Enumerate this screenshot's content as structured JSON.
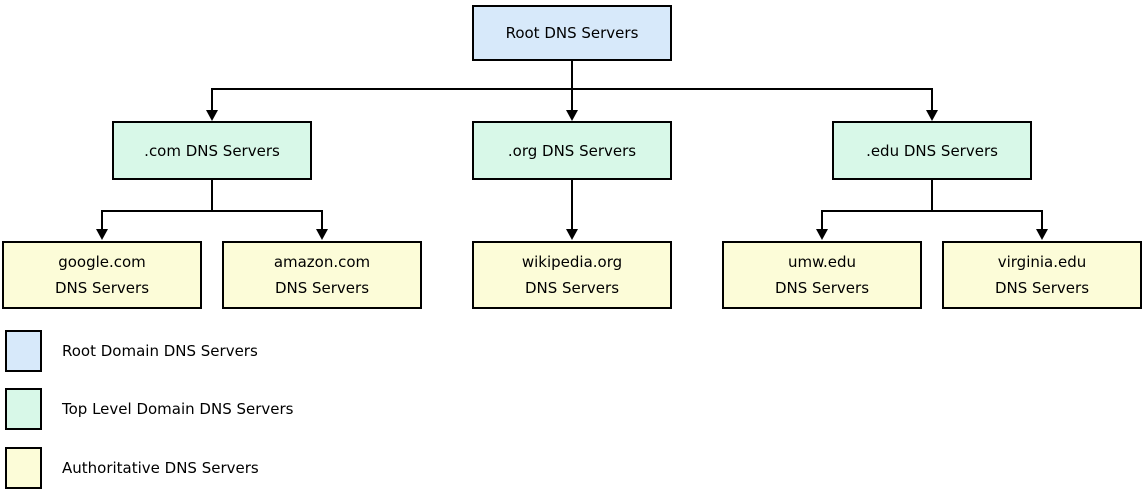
{
  "diagram": {
    "type": "hierarchy-tree",
    "root_node": {
      "label": "Root DNS Servers"
    },
    "tld_nodes": [
      {
        "label": ".com DNS Servers"
      },
      {
        "label": ".org DNS Servers"
      },
      {
        "label": ".edu DNS Servers"
      }
    ],
    "authoritative_nodes": [
      {
        "line1": "google.com",
        "line2": "DNS Servers"
      },
      {
        "line1": "amazon.com",
        "line2": "DNS Servers"
      },
      {
        "line1": "wikipedia.org",
        "line2": "DNS Servers"
      },
      {
        "line1": "umw.edu",
        "line2": "DNS Servers"
      },
      {
        "line1": "virginia.edu",
        "line2": "DNS Servers"
      }
    ],
    "edges": [
      {
        "from": "Root DNS Servers",
        "to": ".com DNS Servers"
      },
      {
        "from": "Root DNS Servers",
        "to": ".org DNS Servers"
      },
      {
        "from": "Root DNS Servers",
        "to": ".edu DNS Servers"
      },
      {
        "from": ".com DNS Servers",
        "to": "google.com DNS Servers"
      },
      {
        "from": ".com DNS Servers",
        "to": "amazon.com DNS Servers"
      },
      {
        "from": ".org DNS Servers",
        "to": "wikipedia.org DNS Servers"
      },
      {
        "from": ".edu DNS Servers",
        "to": "umw.edu DNS Servers"
      },
      {
        "from": ".edu DNS Servers",
        "to": "virginia.edu DNS Servers"
      }
    ],
    "colors": {
      "root": "#d7e9fa",
      "tld": "#d8f8e8",
      "authoritative": "#fcfcd8",
      "border": "#000000",
      "connector": "#000000",
      "background": "#ffffff"
    }
  },
  "legend": {
    "items": [
      {
        "label": "Root Domain DNS Servers",
        "color": "#d7e9fa"
      },
      {
        "label": "Top Level Domain DNS Servers",
        "color": "#d8f8e8"
      },
      {
        "label": "Authoritative DNS Servers",
        "color": "#fcfcd8"
      }
    ]
  }
}
